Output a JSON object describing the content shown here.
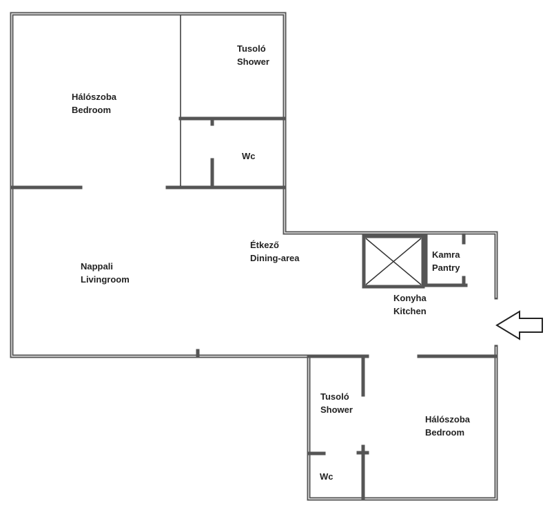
{
  "rooms": {
    "bedroom_north": {
      "line1": "Hálószoba",
      "line2": "Bedroom"
    },
    "shower_north": {
      "line1": "Tusoló",
      "line2": "Shower"
    },
    "wc_north": {
      "line1": "Wc"
    },
    "dining": {
      "line1": "Étkező",
      "line2": "Dining-area"
    },
    "living": {
      "line1": "Nappali",
      "line2": "Livingroom"
    },
    "pantry": {
      "line1": "Kamra",
      "line2": "Pantry"
    },
    "kitchen": {
      "line1": "Konyha",
      "line2": "Kitchen"
    },
    "shower_south": {
      "line1": "Tusoló",
      "line2": "Shower"
    },
    "bedroom_south": {
      "line1": "Hálószoba",
      "line2": "Bedroom"
    },
    "wc_south": {
      "line1": "Wc"
    }
  },
  "colors": {
    "wall": "#555555",
    "text": "#222222"
  },
  "icons": {
    "entrance": "entrance-arrow-icon"
  }
}
